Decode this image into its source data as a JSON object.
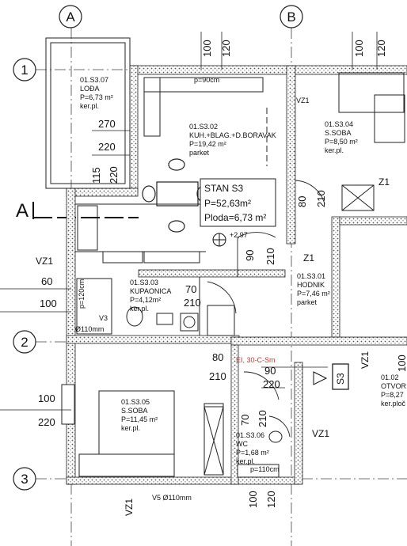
{
  "grid": {
    "a": "A",
    "b": "B",
    "one": "1",
    "two": "2",
    "three": "3"
  },
  "section": {
    "label": "A"
  },
  "rooms": {
    "loda": {
      "id": "01.S3.07",
      "name": "LOĐA",
      "area": "P=6,73 m²",
      "floor": "ker.pl."
    },
    "kitchen": {
      "id": "01.S3.02",
      "name": "KUH.+BLAG.+D.BORAVAK",
      "area": "P=19,42 m²",
      "floor": "parket"
    },
    "soba1": {
      "id": "01.S3.04",
      "name": "S.SOBA",
      "area": "P=8,50 m²",
      "floor": "ker.pl."
    },
    "bath": {
      "id": "01.S3.03",
      "name": "KUPAONICA",
      "area": "P=4,12m²",
      "floor": "ker.pl."
    },
    "hall": {
      "id": "01.S3.01",
      "name": "HODNIK",
      "area": "P=7,46 m²",
      "floor": "parket"
    },
    "soba2": {
      "id": "01.S3.05",
      "name": "S.SOBA",
      "area": "P=11,45 m²",
      "floor": "ker.pl."
    },
    "wc": {
      "id": "01.S3.06",
      "name": "WC",
      "area": "P=1,68 m²",
      "floor": "ker.pl."
    },
    "otvor": {
      "id": "01.02",
      "name": "OTVOR",
      "area": "P=8,27",
      "floor": "ker.ploč"
    }
  },
  "stan": {
    "title": "STAN S3",
    "p": "P=52,63m²",
    "ploda": "Ploda=6,73 m²"
  },
  "dims": {
    "top100": "100",
    "top120": "120",
    "b100": "100",
    "b120": "120",
    "w270": "270",
    "w220": "220",
    "w115": "115",
    "w220b": "220",
    "k80": "80",
    "k210": "210",
    "d90": "90",
    "d210": "210",
    "s60": "60",
    "s100": "100",
    "b70": "70",
    "b210": "210",
    "h80": "80",
    "h210": "210",
    "h90": "90",
    "h220": "220",
    "l100": "100",
    "l220": "220",
    "wc70": "70",
    "wc210": "210",
    "r100": "100"
  },
  "marks": {
    "z1a": "Z1",
    "z1b": "Z1",
    "vz1a": "VZ1",
    "vz1b": "VZ1",
    "vz1c": "VZ1",
    "vz1d": "VZ1",
    "vz1e": "VZ1",
    "v3": "V3",
    "d110": "Ø110mm",
    "v5": "V5 Ø110mm",
    "p90": "p=90cm",
    "p120": "p=120cm",
    "p110": "p=110cm",
    "level": "+2,97",
    "fire": "EI, 30-C-Sm",
    "s3": "S3"
  }
}
